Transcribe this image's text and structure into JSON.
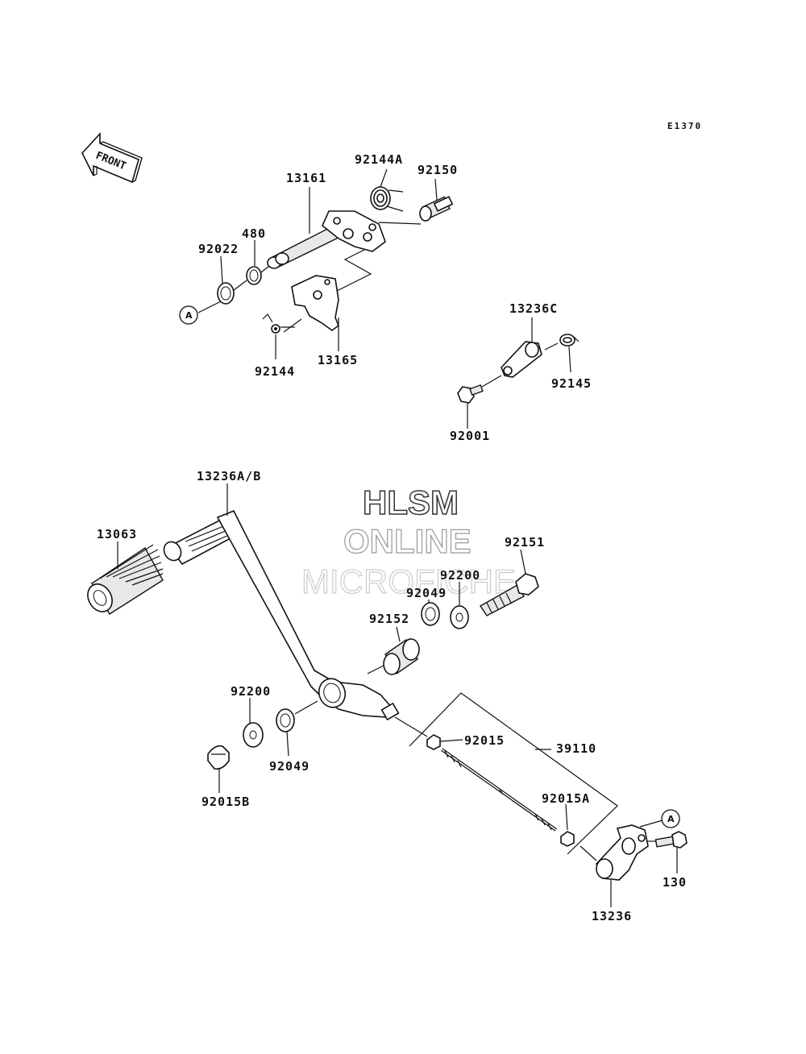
{
  "diagram_code": "E1370",
  "front_label": "FRONT",
  "ref_marker": "A",
  "watermark": {
    "line1": "HLSM",
    "line2": "ONLINE",
    "line3": "MICROFICHE"
  },
  "part_numbers": {
    "p92144A": "92144A",
    "p92150": "92150",
    "p13161": "13161",
    "p480": "480",
    "p92022": "92022",
    "p92144": "92144",
    "p13165": "13165",
    "p13236C": "13236C",
    "p92145": "92145",
    "p92001": "92001",
    "p13236AB": "13236A/B",
    "p13063": "13063",
    "p92151": "92151",
    "p92200_top": "92200",
    "p92049_top": "92049",
    "p92152": "92152",
    "p92200_bot": "92200",
    "p92049_bot": "92049",
    "p92015B": "92015B",
    "p92015": "92015",
    "p39110": "39110",
    "p92015A": "92015A",
    "p130": "130",
    "p13236": "13236"
  }
}
